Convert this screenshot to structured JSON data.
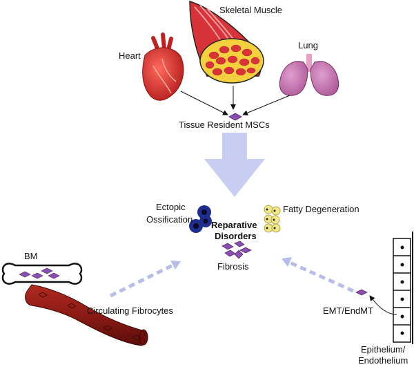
{
  "labels": {
    "skeletal_muscle": "Skeletal Muscle",
    "heart": "Heart",
    "lung": "Lung",
    "tissue_resident": "Tissue Resident MSCs",
    "ectopic_line1": "Ectopic",
    "ectopic_line2": "Ossification",
    "fatty": "Fatty Degeneration",
    "reparative_line1": "Reparative",
    "reparative_line2": "Disorders",
    "fibrosis": "Fibrosis",
    "bm": "BM",
    "circulating": "Circulating Fibrocytes",
    "emt": "EMT/EndMT",
    "epithelium_line1": "Epithelium/",
    "epithelium_line2": "Endothelium"
  },
  "colors": {
    "muscle_red": "#d9333a",
    "muscle_yellow": "#f4d03f",
    "heart_red": "#d8282a",
    "lung_pink": "#c06aa6",
    "msc_purple": "#8b4fb3",
    "big_arrow": "#c8cdf2",
    "dashed_arrow": "#b8bdea",
    "osteo_blue": "#1f2e8c",
    "fat_yellow": "#f2e88a",
    "vessel_red": "#8b1a14"
  },
  "icons": {
    "muscle": "skeletal-muscle-icon",
    "heart": "heart-organ-icon",
    "lung": "lung-icon",
    "bone": "bone-icon",
    "vessel": "blood-vessel-icon",
    "epithelium": "epithelium-column-icon"
  }
}
